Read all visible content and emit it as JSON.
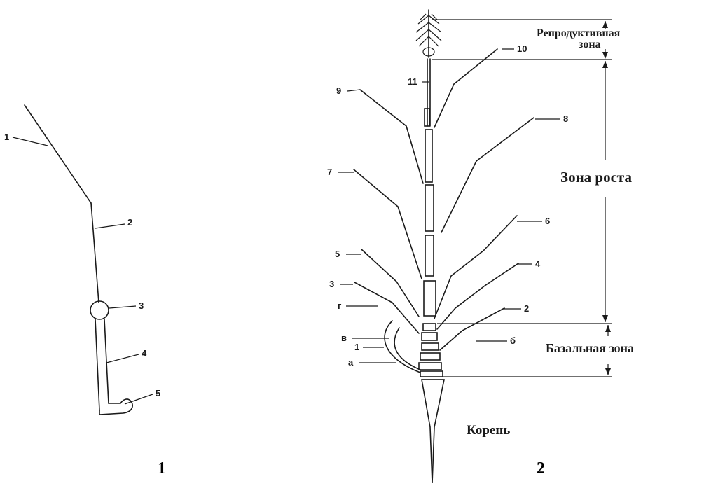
{
  "figure1": {
    "caption": "1",
    "labels": [
      "1",
      "2",
      "3",
      "4",
      "5"
    ]
  },
  "figure2": {
    "caption": "2",
    "zones": {
      "reproductive_line1": "Репродуктивная",
      "reproductive_line2": "зона",
      "growth": "Зона роста",
      "basal": "Базальная зона",
      "root": "Корень"
    },
    "labels_numbers": [
      "1",
      "2",
      "3",
      "4",
      "5",
      "6",
      "7",
      "8",
      "9",
      "10",
      "11"
    ],
    "labels_letters": [
      "а",
      "б",
      "в",
      "г"
    ]
  }
}
